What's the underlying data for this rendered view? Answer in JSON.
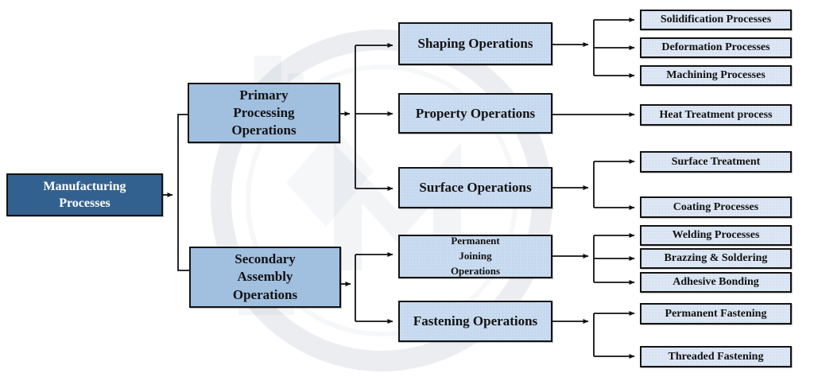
{
  "colors": {
    "root-fill": "#33618f",
    "root-text": "#ffffff",
    "branch-fill": "#a1bfdf",
    "mid-fill": "#c9dbf0",
    "leaf-fill": "#dce6f4",
    "border": "#131313",
    "line": "#111111"
  },
  "tree": {
    "root": {
      "label": "Manufacturing\nProcesses",
      "children": [
        {
          "label": "Primary\nProcessing\nOperations",
          "children": [
            {
              "label": "Shaping Operations",
              "children": [
                {
                  "label": "Solidification Processes"
                },
                {
                  "label": "Deformation Processes"
                },
                {
                  "label": "Machining Processes"
                }
              ]
            },
            {
              "label": "Property Operations",
              "children": [
                {
                  "label": "Heat Treatment process"
                }
              ]
            },
            {
              "label": "Surface Operations",
              "children": [
                {
                  "label": "Surface Treatment"
                },
                {
                  "label": "Coating Processes"
                }
              ]
            }
          ]
        },
        {
          "label": "Secondary\nAssembly\nOperations",
          "children": [
            {
              "label": "Permanent\nJoining\nOperations",
              "children": [
                {
                  "label": "Welding Processes"
                },
                {
                  "label": "Brazzing & Soldering"
                },
                {
                  "label": "Adhesive Bonding"
                }
              ]
            },
            {
              "label": "Fastening Operations",
              "children": [
                {
                  "label": "Permanent Fastening"
                },
                {
                  "label": "Threaded Fastening"
                }
              ]
            }
          ]
        }
      ]
    }
  }
}
